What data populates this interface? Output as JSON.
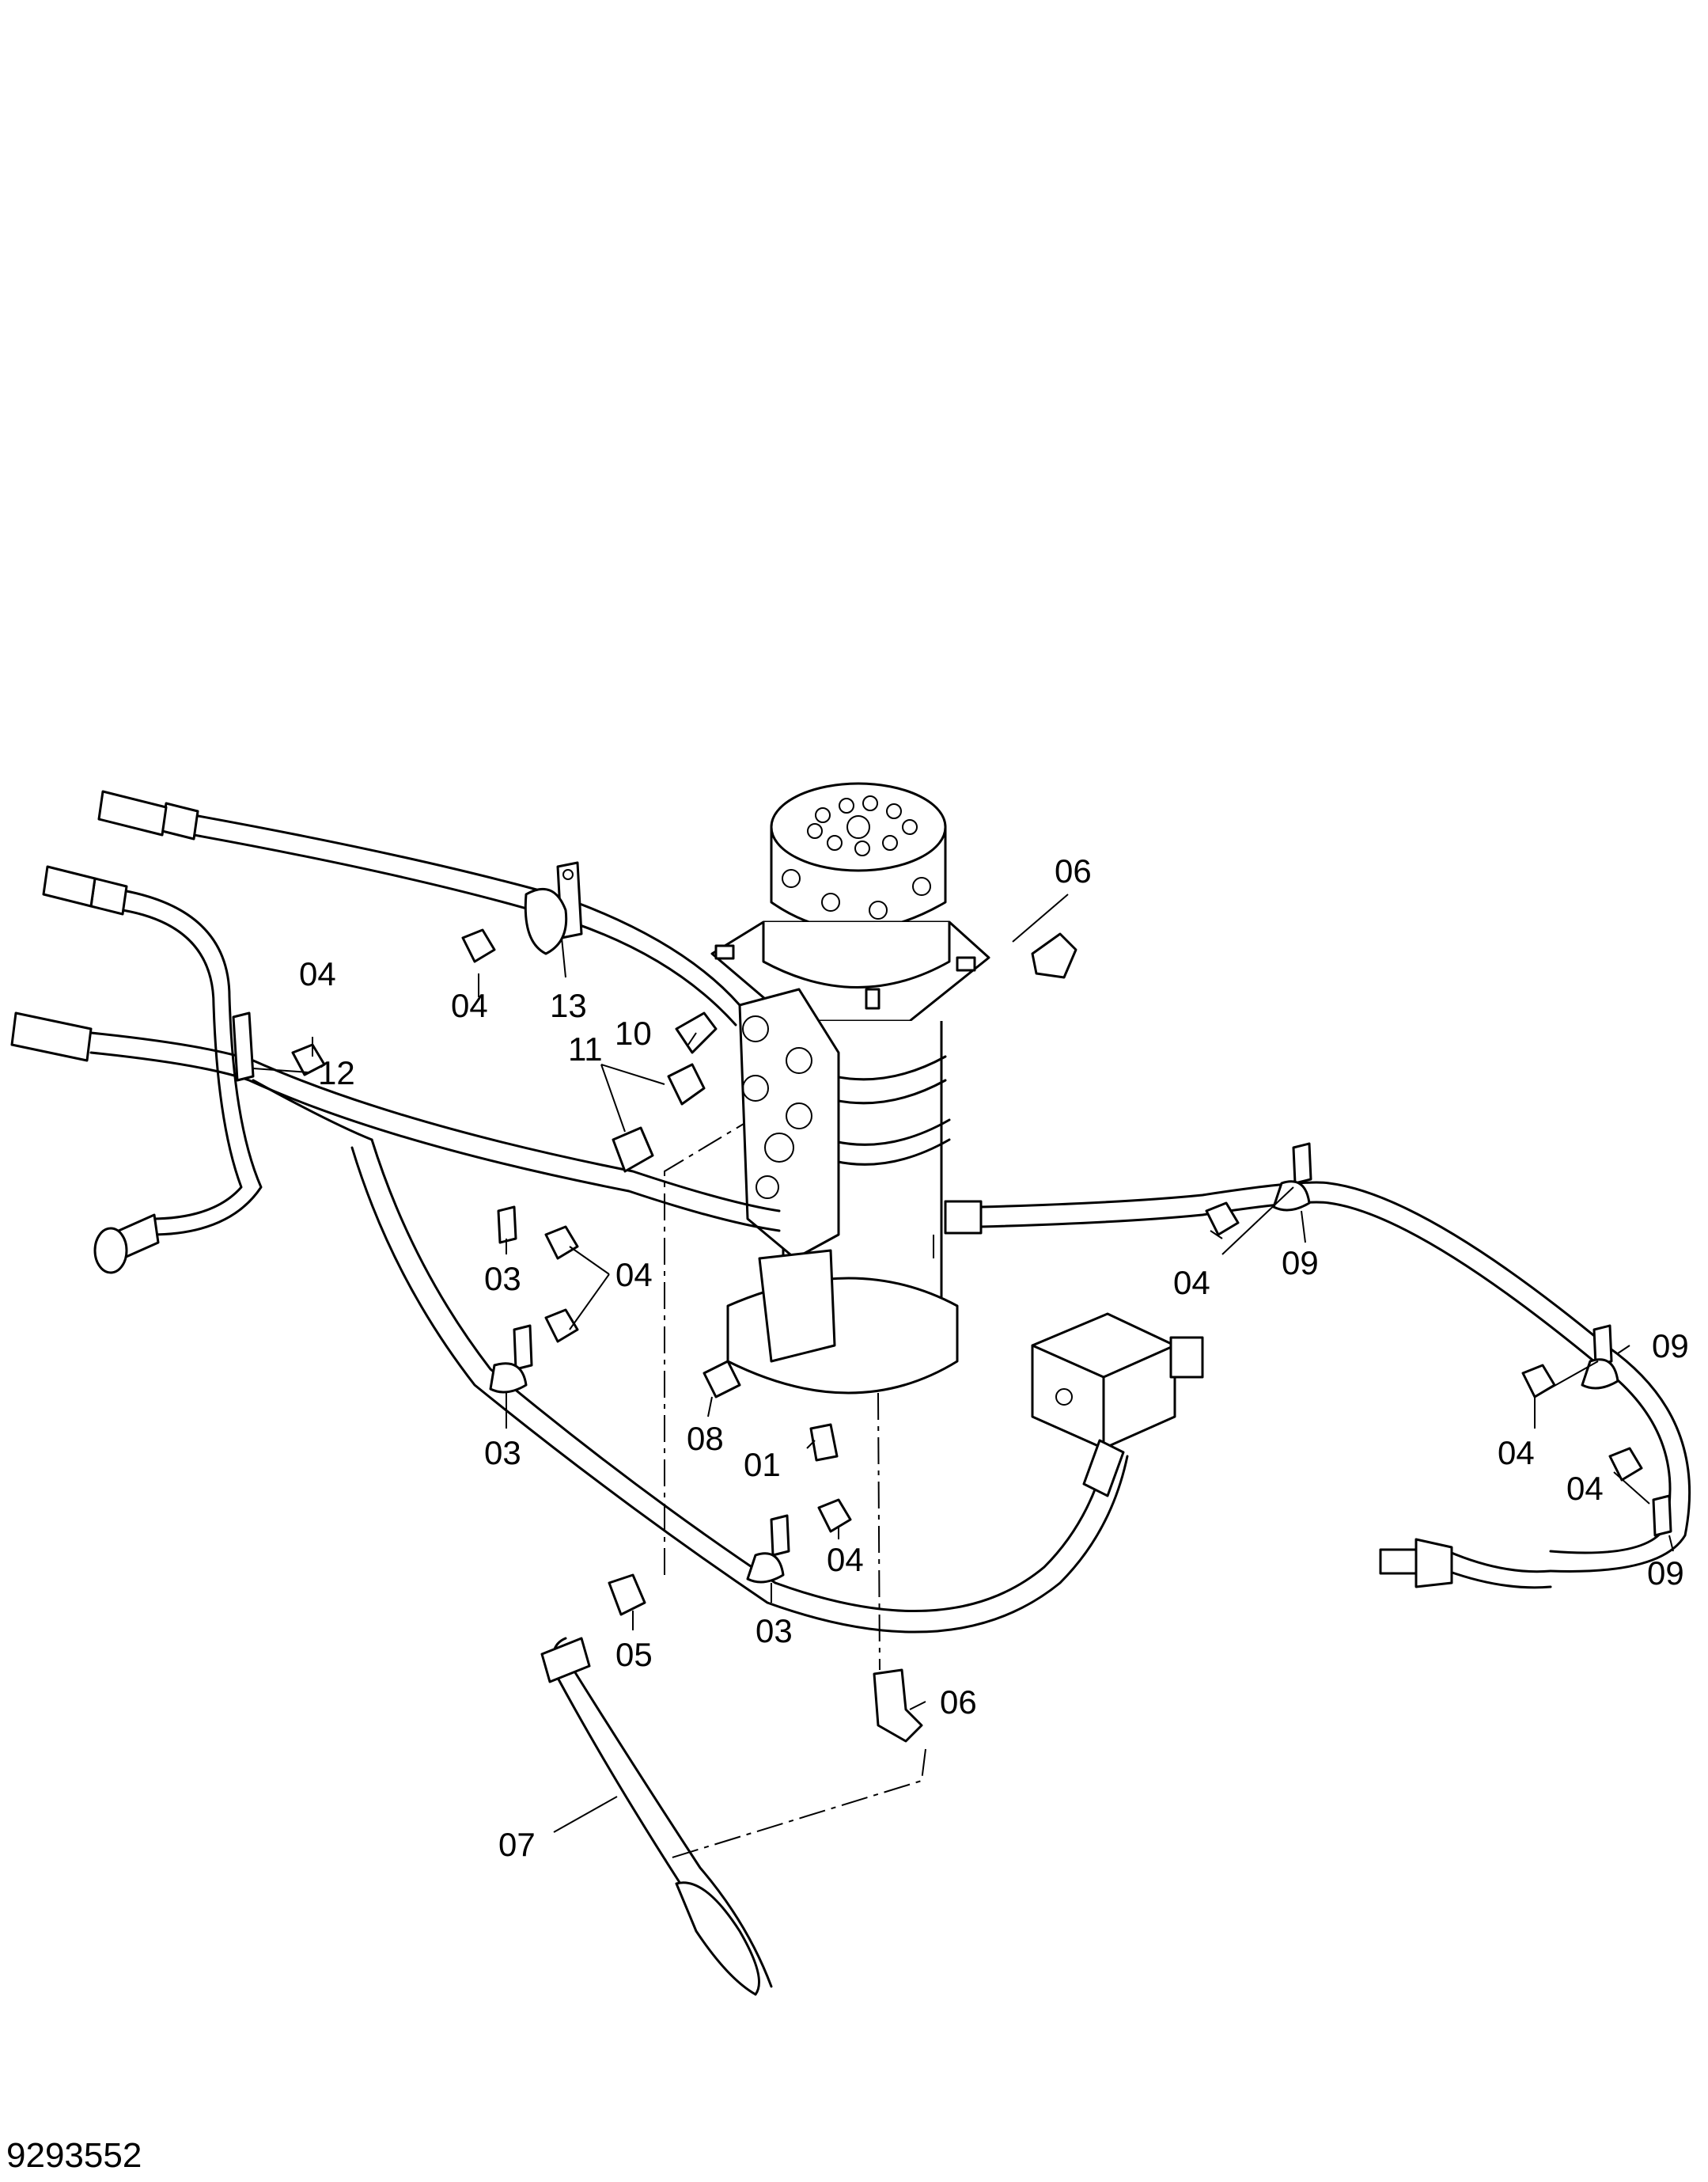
{
  "drawing_number": "9293552",
  "callouts": [
    {
      "id": "c-06-top",
      "text": "06"
    },
    {
      "id": "c-04-a",
      "text": "04"
    },
    {
      "id": "c-04-b",
      "text": "04"
    },
    {
      "id": "c-13",
      "text": "13"
    },
    {
      "id": "c-12",
      "text": "12"
    },
    {
      "id": "c-10",
      "text": "10"
    },
    {
      "id": "c-11",
      "text": "11"
    },
    {
      "id": "c-03-a",
      "text": "03"
    },
    {
      "id": "c-04-c",
      "text": "04"
    },
    {
      "id": "c-03-b",
      "text": "03"
    },
    {
      "id": "c-08",
      "text": "08"
    },
    {
      "id": "c-01",
      "text": "01"
    },
    {
      "id": "c-04-d",
      "text": "04"
    },
    {
      "id": "c-03-c",
      "text": "03"
    },
    {
      "id": "c-05",
      "text": "05"
    },
    {
      "id": "c-06-bottom",
      "text": "06"
    },
    {
      "id": "c-07",
      "text": "07"
    },
    {
      "id": "c-04-e",
      "text": "04"
    },
    {
      "id": "c-09-a",
      "text": "09"
    },
    {
      "id": "c-09-b",
      "text": "09"
    },
    {
      "id": "c-04-f",
      "text": "04"
    },
    {
      "id": "c-04-g",
      "text": "04"
    },
    {
      "id": "c-09-c",
      "text": "09"
    }
  ]
}
